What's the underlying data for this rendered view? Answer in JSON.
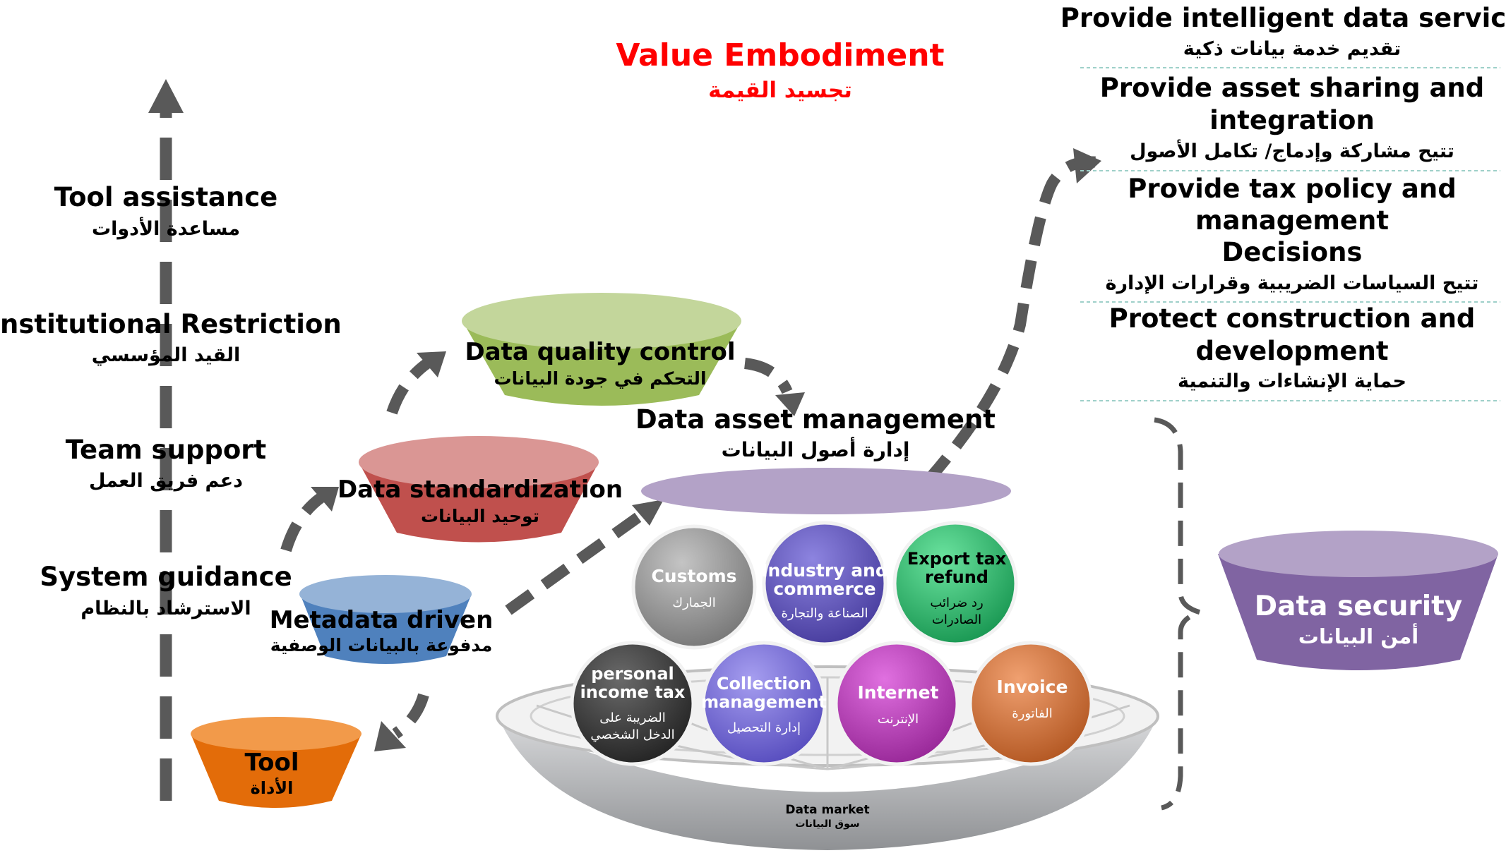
{
  "value_embodiment": {
    "title": "Value Embodiment",
    "title_ar": "تجسيد القيمة",
    "color": "#ff0000"
  },
  "left_axis": [
    {
      "en": "Tool assistance",
      "ar": "مساعدة الأدوات"
    },
    {
      "en": "Institutional Restriction",
      "ar": "القيد المؤسسي"
    },
    {
      "en": "Team support",
      "ar": "دعم فريق العمل"
    },
    {
      "en": "System guidance",
      "ar": "الاسترشاد بالنظام"
    }
  ],
  "funnels": {
    "quality": {
      "en": "Data quality control",
      "ar": "التحكم في جودة البيانات",
      "color": "#9bbb59"
    },
    "standard": {
      "en": "Data standardization",
      "ar": "توحيد البيانات",
      "color": "#c0504d"
    },
    "metadata": {
      "en": "Metadata driven",
      "ar": "مدفوعة بالبيانات الوصفية",
      "color": "#4f81bd"
    },
    "tool": {
      "en": "Tool",
      "ar": "الأداة",
      "color": "#e36c09"
    },
    "security": {
      "en": "Data security",
      "ar": "أمن البيانات",
      "color": "#8064a2"
    }
  },
  "asset_management": {
    "en": "Data asset management",
    "ar": "إدارة أصول البيانات"
  },
  "market": {
    "en": "Data market",
    "ar": "سوق البيانات"
  },
  "spheres": [
    {
      "en1": "Customs",
      "en2": "",
      "ar1": "الجمارك",
      "ar2": "",
      "color": "#8a8a8a"
    },
    {
      "en1": "Industry and",
      "en2": "commerce",
      "ar1": "الصناعة والتجارة",
      "ar2": "",
      "color": "#5b4fb5"
    },
    {
      "en1": "Export tax",
      "en2": "refund",
      "ar1": "رد ضرائب",
      "ar2": "الصادرات",
      "color": "#2bb86a"
    },
    {
      "en1": "personal",
      "en2": "income tax",
      "ar1": "الضريبة على",
      "ar2": "الدخل الشخصي",
      "color": "#3a3a3a"
    },
    {
      "en1": "Collection",
      "en2": "management",
      "ar1": "إدارة التحصيل",
      "ar2": "",
      "color": "#6e63d0"
    },
    {
      "en1": "Internet",
      "en2": "",
      "ar1": "الإنترنت",
      "ar2": "",
      "color": "#b83ab8"
    },
    {
      "en1": "Invoice",
      "en2": "",
      "ar1": "الفاتورة",
      "ar2": "",
      "color": "#d0743a"
    }
  ],
  "services": [
    {
      "en": [
        "Provide intelligent data service"
      ],
      "ar": "تقديم خدمة بيانات ذكية"
    },
    {
      "en": [
        "Provide asset sharing and",
        "integration"
      ],
      "ar": "تتيح مشاركة وإدماج/ تكامل الأصول"
    },
    {
      "en": [
        "Provide tax policy and",
        "management",
        "Decisions"
      ],
      "ar": "تتيح السياسات الضريبية وقرارات الإدارة"
    },
    {
      "en": [
        "Protect construction and",
        "development"
      ],
      "ar": "حماية الإنشاءات والتنمية"
    }
  ]
}
